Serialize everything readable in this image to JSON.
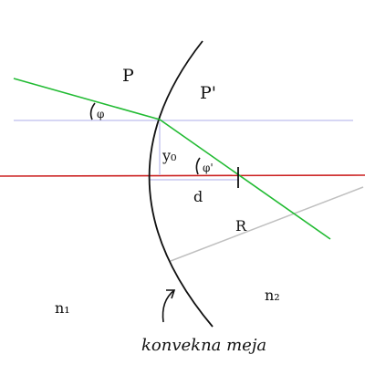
{
  "labels": {
    "region_left": "P",
    "region_right": "P'",
    "angle_incident": "φ",
    "angle_refracted": "φ'",
    "height": "y₀",
    "distance": "d",
    "radius": "R",
    "index_left": "n₁",
    "index_right": "n₂",
    "caption": "konvekna meja"
  },
  "colors": {
    "ray": "#22bb33",
    "axis": "#cc2222",
    "normal_line": "#c8c8f0",
    "radius_line": "#c0c0c0",
    "interface": "#111111",
    "ink": "#111111"
  }
}
